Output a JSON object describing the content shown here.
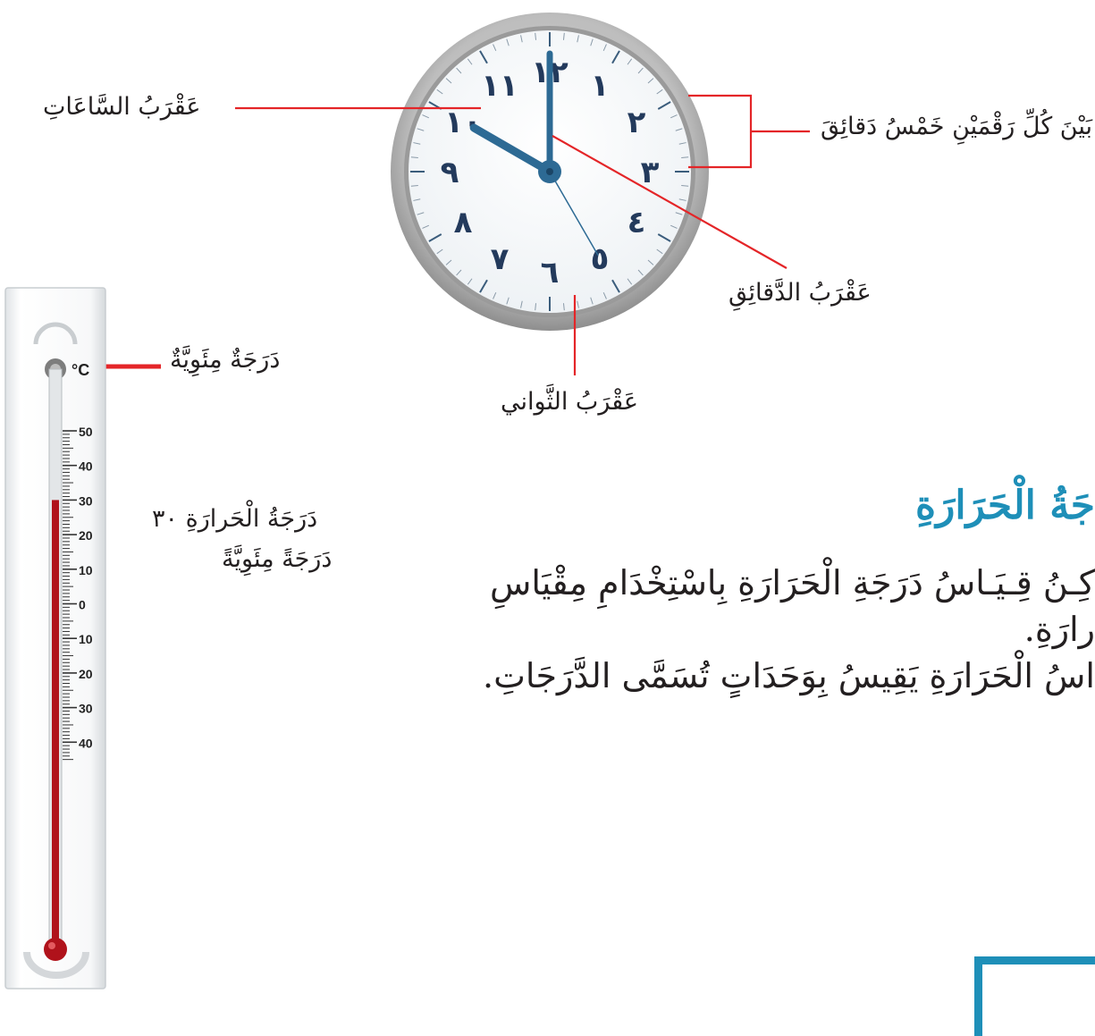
{
  "clock": {
    "numerals": [
      "١٢",
      "١",
      "٢",
      "٣",
      "٤",
      "٥",
      "٦",
      "٧",
      "٨",
      "٩",
      "١٠",
      "١١"
    ],
    "hour_hand": {
      "hours": 10,
      "minutes": 0
    },
    "minute_value": 0,
    "second_value": 25,
    "labels": {
      "hour_hand": "عَقْرَبُ السَّاعَاتِ",
      "minute_hand": "عَقْرَبُ الدَّقائِقِ",
      "second_hand": "عَقْرَبُ الثَّواني",
      "interval": "بَيْنَ كُلِّ رَقْمَيْنِ خَمْسُ دَقائِقَ"
    }
  },
  "thermometer": {
    "unit": "°C",
    "scale_labels": [
      "50",
      "40",
      "30",
      "20",
      "10",
      "0",
      "10",
      "20",
      "30",
      "40"
    ],
    "reading_celsius": 30,
    "unit_label": "دَرَجَةٌ مِئَوِيَّةٌ",
    "reading_label_line1": "دَرَجَةُ الْحَرارَةِ ٣٠",
    "reading_label_line2": "دَرَجَةً مِئَوِيَّةً"
  },
  "section": {
    "heading": "جَةُ الْحَرَارَةِ",
    "line1": "كِـنُ قِـيَـاسُ دَرَجَةِ الْحَرَارَةِ بِاسْتِخْدَامِ مِقْيَاسِ",
    "line2": "رارَةِ.",
    "line3": "اسُ الْحَرَارَةِ يَقِيسُ بِوَحَدَاتٍ تُسَمَّى الدَّرَجَاتِ."
  },
  "colors": {
    "accent_red": "#e42528",
    "heading_blue": "#1e8fb8",
    "numeral_navy": "#233a5c",
    "hand_blue": "#2d6a94",
    "mercury_red": "#b0121b"
  }
}
